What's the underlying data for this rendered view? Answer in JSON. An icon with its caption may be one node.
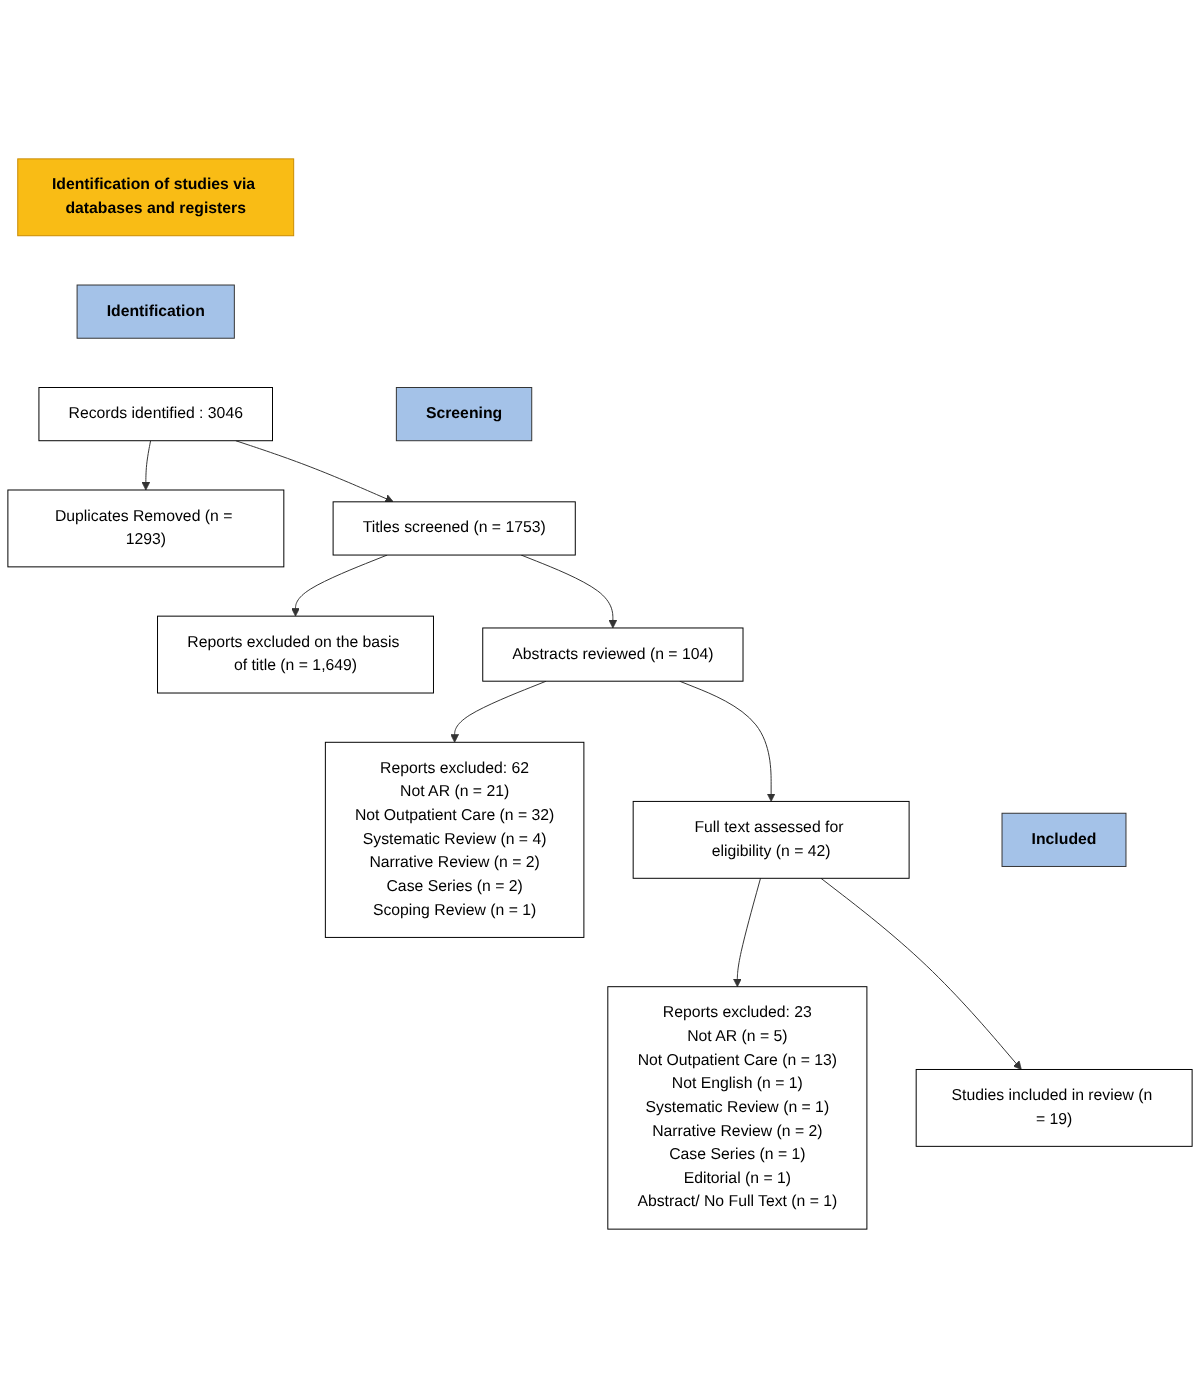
{
  "diagram": {
    "nodes": [
      {
        "text": [
          "Identification of studies via databases and registers"
        ]
      },
      {
        "text": [
          "Identification"
        ]
      },
      {
        "text": [
          "Records identified : 3046"
        ]
      },
      {
        "text": [
          "Duplicates Removed (n = 1293)"
        ]
      },
      {
        "text": [
          "Screening"
        ]
      },
      {
        "text": [
          "Titles screened (n = 1753)"
        ]
      },
      {
        "text": [
          "Reports excluded on the basis of title (n = 1,649)"
        ]
      },
      {
        "text": [
          "Abstracts reviewed (n = 104)"
        ]
      },
      {
        "text": [
          "Reports excluded: 62",
          "Not AR (n = 21)",
          "Not Outpatient Care (n = 32)",
          "Systematic Review (n = 4)",
          "Narrative Review (n = 2)",
          "Case Series (n = 2)",
          "Scoping Review (n = 1)"
        ]
      },
      {
        "text": [
          "Full text assessed for eligibility (n = 42)"
        ]
      },
      {
        "text": [
          "Reports excluded: 23",
          "Not AR (n = 5)",
          "Not Outpatient Care (n = 13)",
          "Not English (n = 1)",
          "Systematic Review (n = 1)",
          "Narrative Review (n = 2)",
          "Case Series (n = 1)",
          "Editorial (n = 1)",
          "Abstract/ No Full Text (n = 1)"
        ]
      },
      {
        "text": [
          "Included"
        ]
      },
      {
        "text": [
          "Studies included in review (n = 19)"
        ]
      }
    ],
    "edges": [
      {
        "from": 2,
        "to": 3,
        "arrow": "to"
      },
      {
        "from": 2,
        "to": 5,
        "arrow": "to"
      },
      {
        "from": 5,
        "to": 6,
        "arrow": "to"
      },
      {
        "from": 5,
        "to": 7,
        "arrow": "to"
      },
      {
        "from": 7,
        "to": 8,
        "arrow": "to"
      },
      {
        "from": 7,
        "to": 9,
        "arrow": "to"
      },
      {
        "from": 9,
        "to": 10,
        "arrow": "to"
      },
      {
        "from": 9,
        "to": 12,
        "arrow": "to"
      }
    ]
  }
}
